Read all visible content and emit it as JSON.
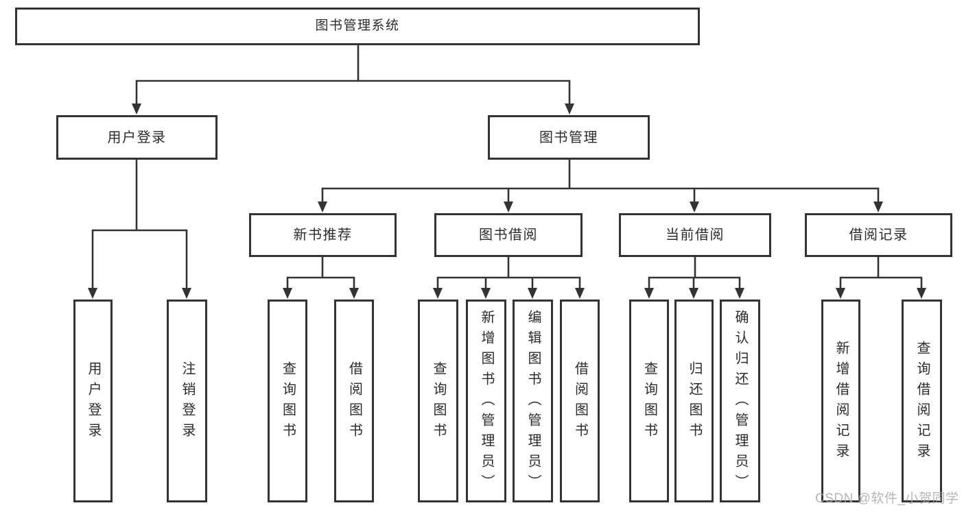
{
  "title": "图书管理系统",
  "branches": {
    "user": {
      "label": "用户登录",
      "children": [
        {
          "label": "用户登录"
        },
        {
          "label": "注销登录"
        }
      ]
    },
    "book": {
      "label": "图书管理",
      "groups": [
        {
          "label": "新书推荐",
          "children": [
            {
              "label": "查询图书"
            },
            {
              "label": "借阅图书"
            }
          ]
        },
        {
          "label": "图书借阅",
          "children": [
            {
              "label": "查询图书"
            },
            {
              "label": "新增图书（管理员）"
            },
            {
              "label": "编辑图书（管理员）"
            },
            {
              "label": "借阅图书"
            }
          ]
        },
        {
          "label": "当前借阅",
          "children": [
            {
              "label": "查询图书"
            },
            {
              "label": "归还图书"
            },
            {
              "label": "确认归还（管理员）"
            }
          ]
        },
        {
          "label": "借阅记录",
          "children": [
            {
              "label": "新增借阅记录"
            },
            {
              "label": "查询借阅记录"
            }
          ]
        }
      ]
    }
  },
  "watermark": "CSDN @软件_小贺同学",
  "colors": {
    "line": "#333333",
    "box_border": "#333333",
    "box_fill": "#ffffff",
    "text": "#2b2b2b",
    "watermark": "#a9a9a9",
    "background": "#ffffff"
  }
}
